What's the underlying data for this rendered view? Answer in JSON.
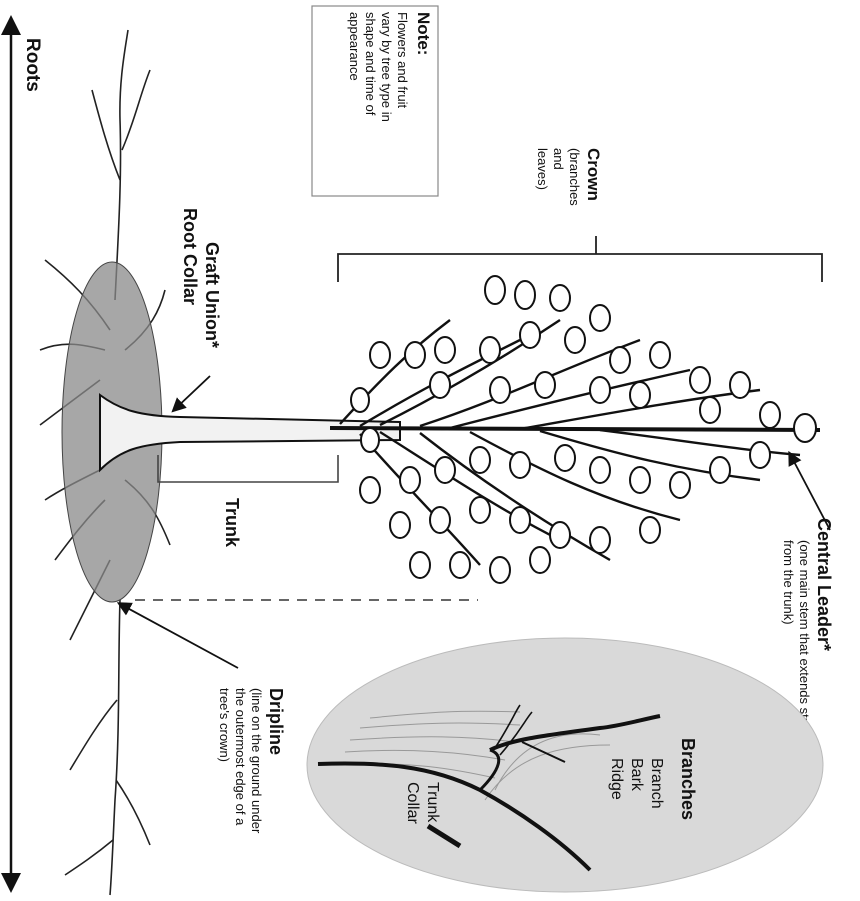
{
  "labels": {
    "roots": "Roots",
    "note_title": "Note:",
    "note_line1": "Flowers and fruit",
    "note_line2": "vary by tree type in",
    "note_line3": "shape and time of",
    "note_line4": "appearance",
    "crown_title": "Crown",
    "crown_line1": "(branches",
    "crown_line2": "and",
    "crown_line3": "leaves)",
    "graft_union": "Graft Union*",
    "root_collar": "Root Collar",
    "trunk": "Trunk",
    "central_leader_title": "Central Leader*",
    "central_leader_line1": "(one main stem that extends straight up",
    "central_leader_line2": "from the trunk)",
    "dripline_title": "Dripline",
    "dripline_line1": "(line on the ground under",
    "dripline_line2": "the outermost edge of a",
    "dripline_line3": "tree's crown)",
    "branches_title": "Branches",
    "branch_bark_ridge_1": "Branch",
    "branch_bark_ridge_2": "Bark",
    "branch_bark_ridge_3": "Ridge",
    "trunk_collar_1": "Trunk",
    "trunk_collar_2": "Collar"
  },
  "colors": {
    "ink": "#111111",
    "dripline_fill": "#8a8a8a",
    "inset_fill": "#d9d9d9",
    "leaf_fill": "#ffffff"
  }
}
